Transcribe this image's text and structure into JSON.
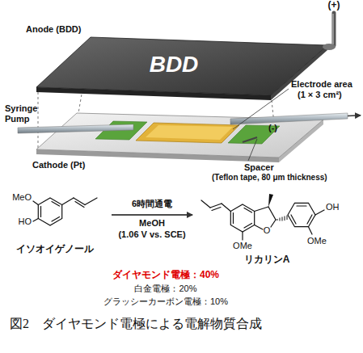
{
  "diagram": {
    "caption": "図2　ダイヤモンド電極による電解物質合成",
    "labels": [
      "(+)",
      "Anode (BDD)",
      "BDD",
      "Electrode area",
      "(1 × 3 cm²)",
      "Syringe Pump",
      "(-)",
      "Cathode (Pt)",
      "Spacer",
      "(Teflon tape, 80 μm thickness)",
      "MeO",
      "HO",
      "6時間通電",
      "MeOH",
      "(1.06 V vs. SCE)",
      "O",
      "OH",
      "OMe",
      "OMe",
      "イソオイゲノール",
      "リカリンA",
      "ダイヤモンド電極：40%",
      "白金電極：20%",
      "グラッシーカーボン電極：10%"
    ]
  }
}
